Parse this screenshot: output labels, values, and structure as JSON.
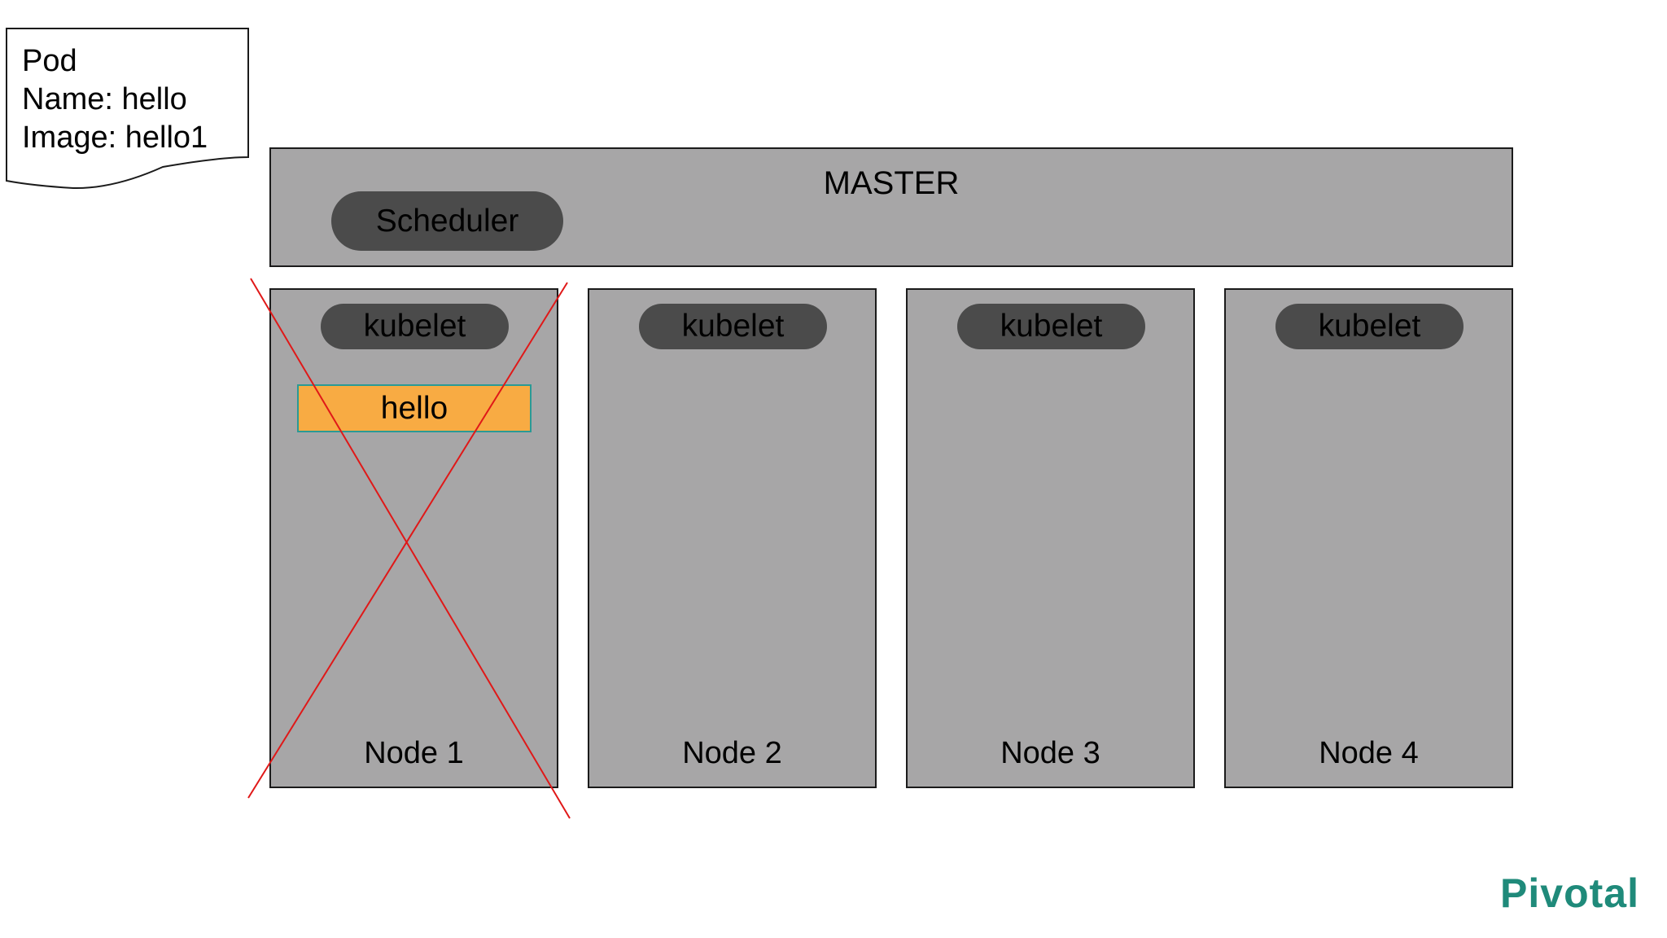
{
  "pod": {
    "line1": "Pod",
    "line2": "Name: hello",
    "line3": "Image: hello1"
  },
  "master": {
    "label": "MASTER",
    "scheduler": "Scheduler"
  },
  "nodes": [
    {
      "label": "Node 1",
      "kubelet": "kubelet",
      "pod": "hello",
      "failed": true
    },
    {
      "label": "Node 2",
      "kubelet": "kubelet"
    },
    {
      "label": "Node 3",
      "kubelet": "kubelet"
    },
    {
      "label": "Node 4",
      "kubelet": "kubelet"
    }
  ],
  "logo": "Pivotal",
  "colors": {
    "node_fill": "#a7a6a7",
    "pill_fill": "#4b4b4b",
    "pod_fill": "#f8ab43",
    "pod_border": "#2a9a95",
    "cross": "#e01818",
    "logo": "#1f8a7a"
  }
}
